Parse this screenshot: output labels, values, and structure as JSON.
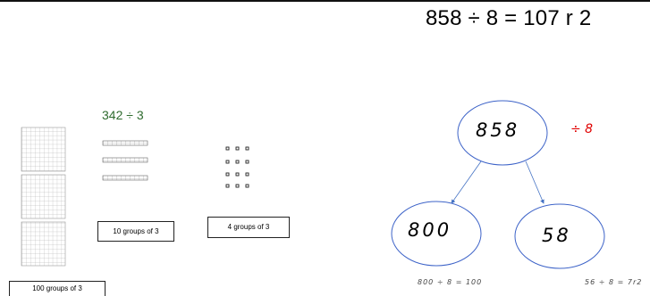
{
  "title_equation": "858 ÷ 8 = 107 r 2",
  "base_ten": {
    "equation": "342 ÷ 3",
    "label_hundreds": "100 groups of 3",
    "label_tens": "10 groups of 3",
    "label_ones": "4 groups of 3"
  },
  "number_bond": {
    "whole": "858",
    "divisor": "÷ 8",
    "part_left": "800",
    "part_right": "58",
    "note_left": "800 ÷ 8 = 100",
    "note_right": "56 ÷ 8 = 7r2"
  },
  "colors": {
    "ellipse_stroke": "#3d63c8",
    "arrow": "#4472c4",
    "divisor_red": "#e00000",
    "equation_green": "#2e6b2e"
  }
}
